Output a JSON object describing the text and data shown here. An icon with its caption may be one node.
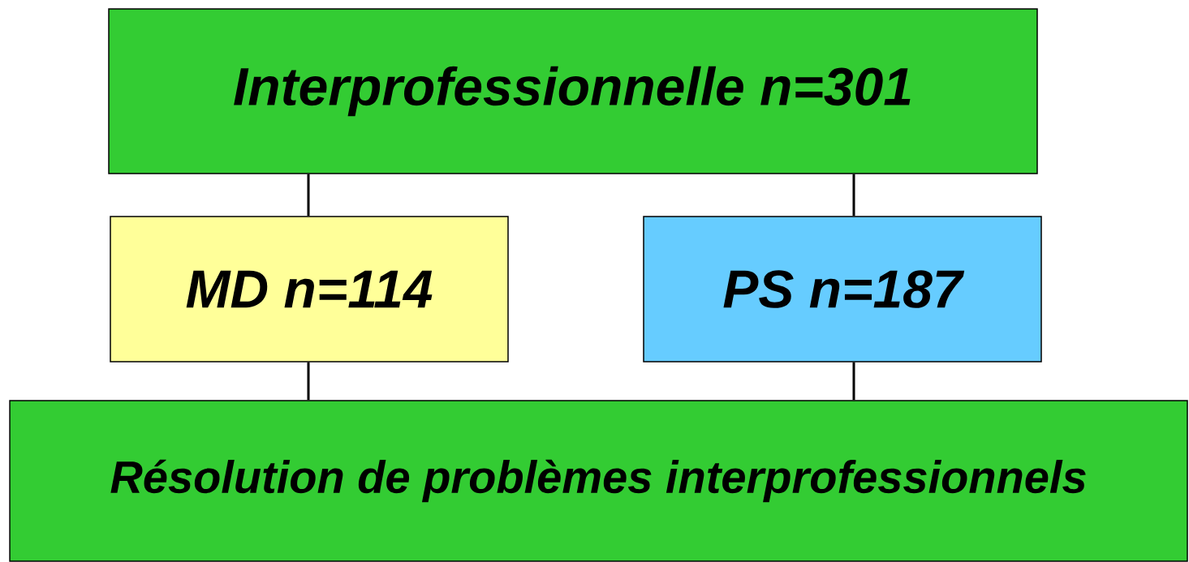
{
  "diagram": {
    "nodes": [
      {
        "text": [
          "Interprofessionnelle n=301"
        ]
      },
      {
        "text": [
          "MD n=114"
        ]
      },
      {
        "text": [
          "PS n=187"
        ]
      },
      {
        "text": [
          "Résolution de problèmes interprofessionnels"
        ]
      }
    ],
    "edges": [
      {
        "from": 0,
        "to": 1,
        "arrow": "none"
      },
      {
        "from": 0,
        "to": 2,
        "arrow": "none"
      },
      {
        "from": 1,
        "to": 3,
        "arrow": "none"
      },
      {
        "from": 2,
        "to": 3,
        "arrow": "none"
      }
    ]
  }
}
